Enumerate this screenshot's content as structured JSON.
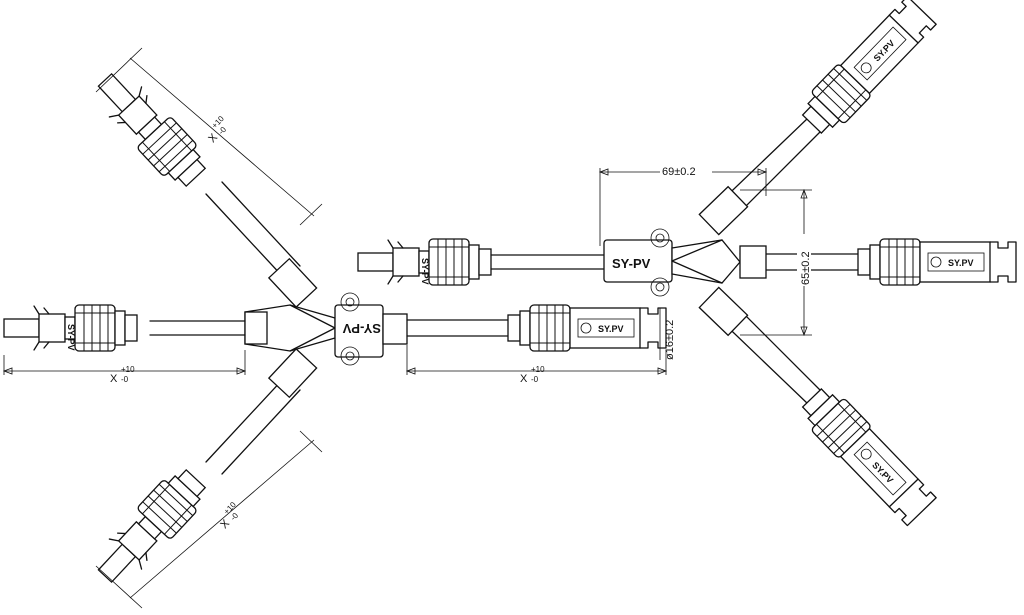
{
  "diagram": {
    "brand_main": "SY-PV",
    "brand_connector": "SY.PV",
    "dim_length": "X",
    "dim_tolerance_upper": "+10",
    "dim_tolerance_lower": "-0",
    "dim_width": "69±0.2",
    "dim_height": "65±0.2",
    "dim_diameter": "ø16±0.2"
  }
}
